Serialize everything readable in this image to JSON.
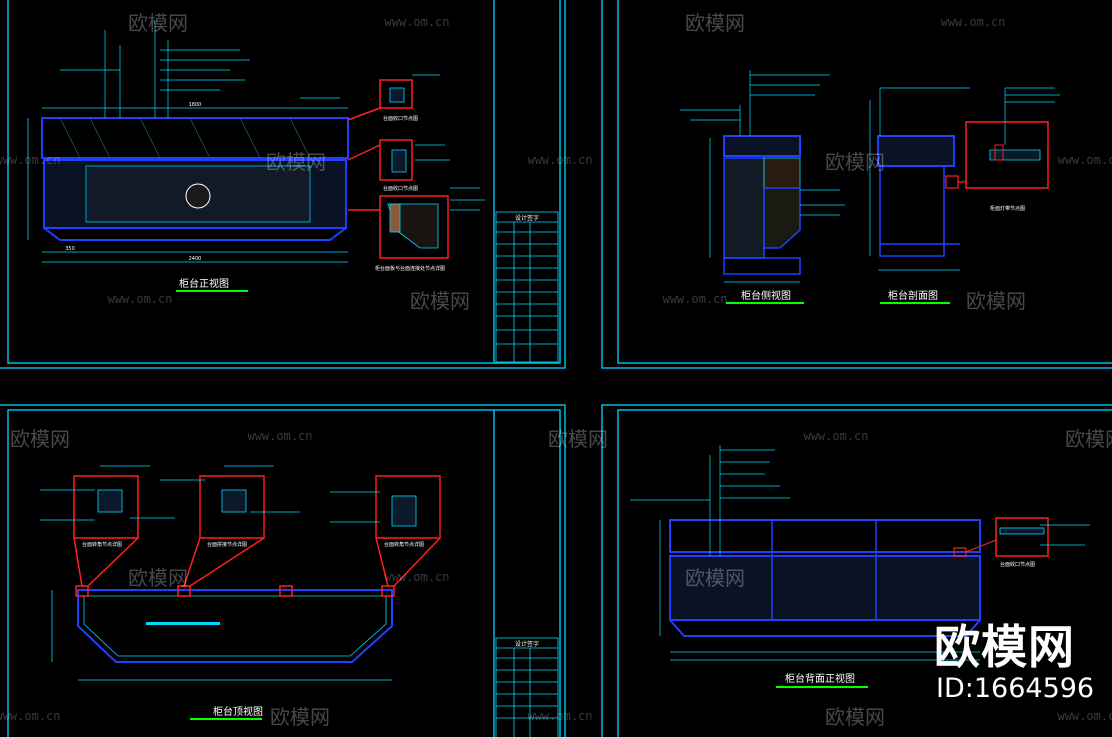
{
  "sheets": {
    "front_view": {
      "title": "柜台正视图",
      "dims": [
        "2400",
        "1800",
        "350"
      ],
      "detail_labels": [
        "台面收口节点图",
        "台面收口节点图",
        "柜台面板与台面连接处节点详图"
      ]
    },
    "side_view": {
      "title": "柜台侧视图",
      "section_title": "柜台剖面图",
      "detail_label": "柜面灯带节点图"
    },
    "top_view": {
      "title": "柜台顶视图",
      "detail_labels": [
        "台面转角节点详图",
        "台面拼接节点详图",
        "台面转角节点详图"
      ]
    },
    "back_view": {
      "title": "柜台背面正视图",
      "detail_label": "台面收口节点图"
    }
  },
  "title_block": {
    "header": "设计签字"
  },
  "watermarks": {
    "brand": "欧模网",
    "url": "www.om.cn"
  },
  "stamp": {
    "brand": "欧模网",
    "id": "ID:1664596"
  },
  "colors": {
    "frame": "#00e5ff",
    "line": "#1a3cff",
    "detail": "#ff2020",
    "title_underline": "#00ff00"
  }
}
